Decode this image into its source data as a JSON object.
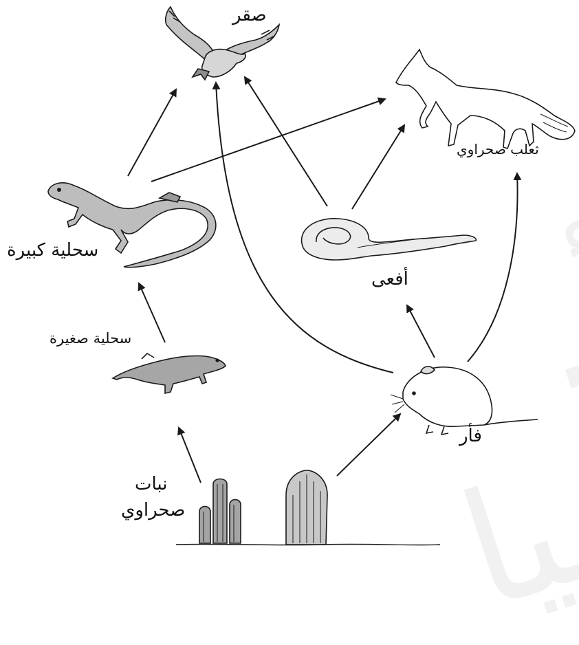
{
  "organisms": {
    "hawk": "صقر",
    "fox": "ثعلب صحراوي",
    "large_lizard": "سحلية كبيرة",
    "small_lizard": "سحلية صغيرة",
    "viper": "أفعى",
    "mouse": "فأر",
    "plant_line1": "نبات",
    "plant_line2": "صحراوي"
  },
  "watermark": "أ. هـيا",
  "colors": {
    "line": "#1a1a1a",
    "fill_dark": "#9a9a9a",
    "fill_mid": "#b8b8b8",
    "fill_light": "#dcdcdc"
  },
  "arrows": [
    {
      "from": "large_lizard",
      "to": "hawk"
    },
    {
      "from": "large_lizard",
      "to": "fox"
    },
    {
      "from": "mouse",
      "to": "hawk"
    },
    {
      "from": "viper",
      "to": "hawk"
    },
    {
      "from": "viper",
      "to": "fox"
    },
    {
      "from": "mouse",
      "to": "fox"
    },
    {
      "from": "mouse",
      "to": "viper"
    },
    {
      "from": "small_lizard",
      "to": "large_lizard"
    },
    {
      "from": "plant",
      "to": "small_lizard"
    },
    {
      "from": "plant",
      "to": "mouse"
    }
  ]
}
